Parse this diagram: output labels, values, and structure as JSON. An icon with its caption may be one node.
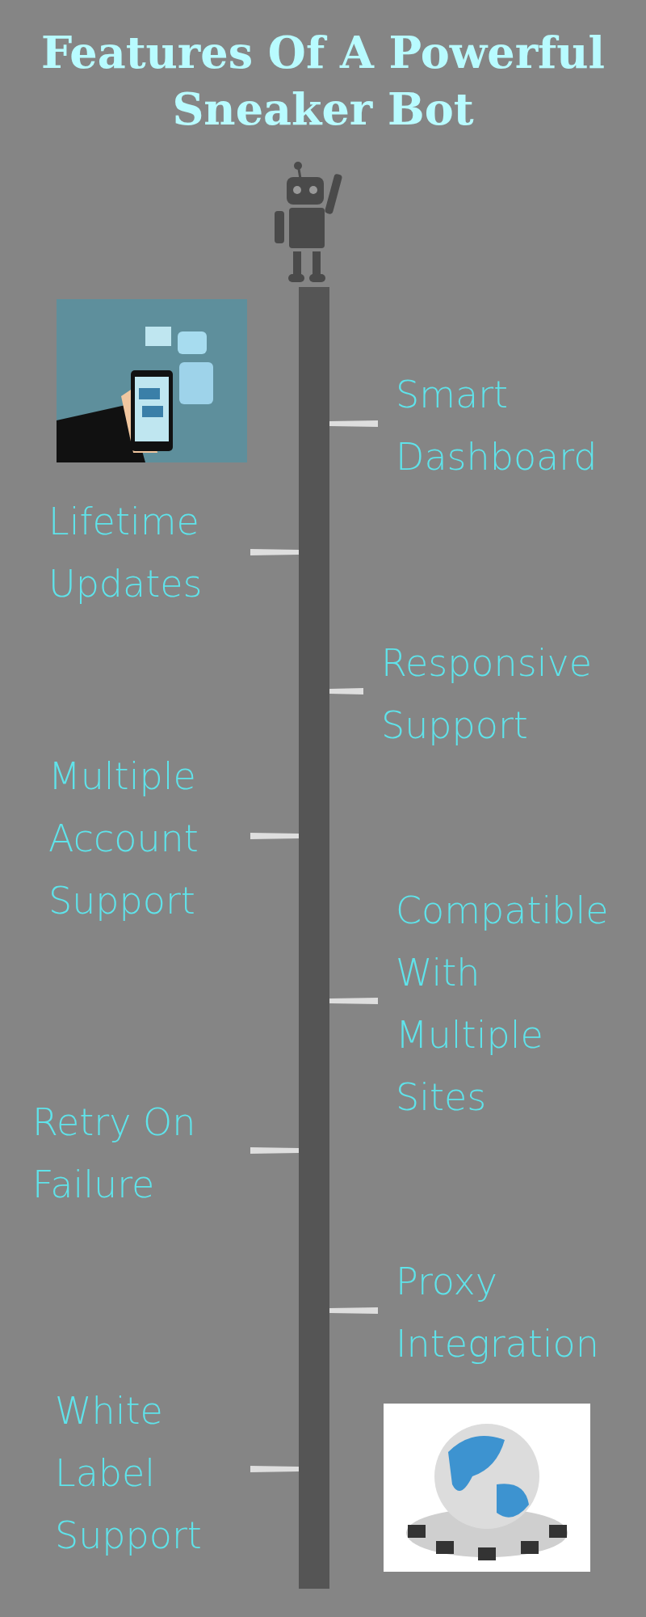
{
  "diagram": {
    "title": "Features Of A Powerful Sneaker Bot",
    "nodes": [
      {
        "text": [],
        "shape": "bar"
      },
      {
        "text": [
          "Smart Dashboard"
        ]
      },
      {
        "text": [
          "Lifetime Updates"
        ]
      },
      {
        "text": [
          "Responsive Support"
        ]
      },
      {
        "text": [
          "Multiple Account Support"
        ]
      },
      {
        "text": [
          "Compatible With Multiple Sites"
        ]
      },
      {
        "text": [
          "Retry On Failure"
        ]
      },
      {
        "text": [
          "Proxy Integration"
        ]
      },
      {
        "text": [
          "White Label Support"
        ]
      }
    ],
    "edges": [
      {
        "from": 1,
        "to": 0,
        "arrow": "none"
      },
      {
        "from": 2,
        "to": 0,
        "arrow": "none"
      },
      {
        "from": 3,
        "to": 0,
        "arrow": "none"
      },
      {
        "from": 4,
        "to": 0,
        "arrow": "none"
      },
      {
        "from": 5,
        "to": 0,
        "arrow": "none"
      },
      {
        "from": 6,
        "to": 0,
        "arrow": "none"
      },
      {
        "from": 7,
        "to": 0,
        "arrow": "none"
      },
      {
        "from": 8,
        "to": 0,
        "arrow": "none"
      }
    ]
  }
}
